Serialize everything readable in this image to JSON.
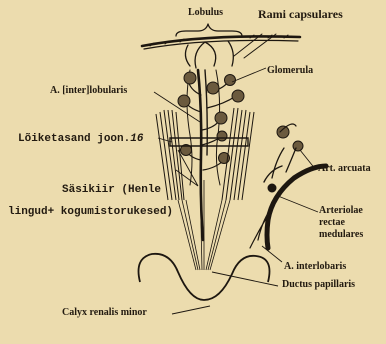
{
  "labels": {
    "lobulus": "Lobulus",
    "rami_capsulares": "Rami capsulares",
    "glomerula": "Glomerula",
    "a_interlobularis": "A. [inter]lobularis",
    "loiketasand": "Lõiketasand joon.",
    "loiketasand_num": "16",
    "sasikiir_1": "Säsikiir (Henle",
    "sasikiir_2": "lingud+ kogumistorukesed)",
    "art_arcuata": "Art. arcuata",
    "arteriolae_1": "Arteriolae",
    "arteriolae_2": "rectae",
    "arteriolae_3": "medulares",
    "a_interlobaris": "A. interlobaris",
    "ductus_papillaris": "Ductus papillaris",
    "calyx": "Calyx renalis minor"
  }
}
